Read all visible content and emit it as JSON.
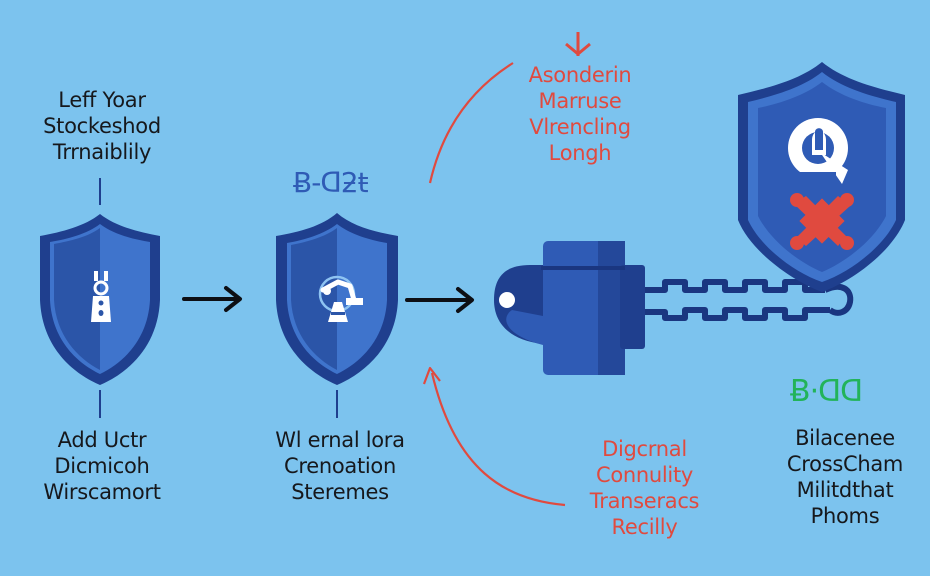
{
  "colors": {
    "background": "#7cc3ee",
    "shield_dark": "#1f3f8e",
    "shield_mid": "#2f5bb5",
    "shield_light": "#3f74cc",
    "accent_red": "#e04a3f",
    "accent_green": "#22b35a",
    "text_dark": "#16181c",
    "arrow_black": "#0d0f14"
  },
  "steps": [
    {
      "id": "step-1",
      "top_label": [
        "Leff Yoar",
        "Stockeshod",
        "Trrnaiblily"
      ],
      "bottom_label": [
        "Add Uctr",
        "Dicmicoh",
        "Wirscamort"
      ],
      "icon": "zipper-lock-icon"
    },
    {
      "id": "step-2",
      "top_glyph": "Ƀ-ᗡƻŧ",
      "bottom_label": [
        "Wl ernal lora",
        "Crenoation",
        "Steremes"
      ],
      "icon": "robot-arm-icon"
    },
    {
      "id": "step-3",
      "icon": "padlock-chain-icon"
    },
    {
      "id": "step-4",
      "icon": "user-blocked-shield-icon",
      "bottom_glyph": "Ƀ·ᗡᗡ",
      "bottom_label": [
        "Bilacenee",
        "CrossCham",
        "Militdthat",
        "Phoms"
      ]
    }
  ],
  "annotations": {
    "top": [
      "Asonderin",
      "Marruse",
      "Vlrencling",
      "Longh"
    ],
    "bottom": [
      "Digcrnal",
      "Connulity",
      "Transeracs",
      "Recilly"
    ]
  },
  "connectors": {
    "arrow_1": "right-arrow",
    "arrow_2": "right-arrow"
  }
}
